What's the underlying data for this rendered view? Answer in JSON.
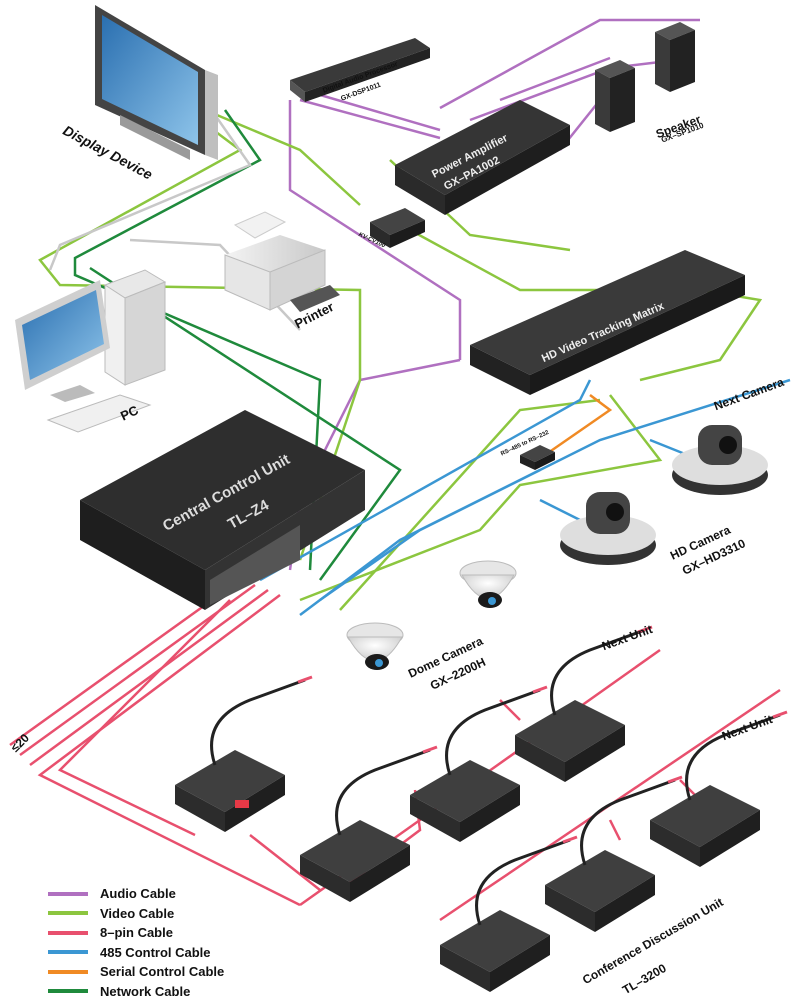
{
  "colors": {
    "audio": "#b070c0",
    "video": "#8cc63f",
    "pin8": "#e8506e",
    "ctrl485": "#3b97d3",
    "serial": "#f08a24",
    "network": "#1f8a3c",
    "device_dark": "#2c2c2c",
    "device_panel": "#3f3f3f"
  },
  "devices": {
    "display": {
      "name": "Display Device"
    },
    "dsp": {
      "name": "Digital Audio Processor",
      "model": "GX-DSP1011"
    },
    "amp": {
      "name": "Power Amplifier",
      "model": "GX–PA1002"
    },
    "speaker": {
      "name": "Speaker",
      "model": "GX–SP1010"
    },
    "kv": {
      "model": "KV-CV100"
    },
    "printer": {
      "name": "Printer"
    },
    "matrix": {
      "name": "HD Video Tracking Matrix"
    },
    "pc": {
      "name": "PC"
    },
    "converter": {
      "name": "RS–485 to RS–232"
    },
    "ccu": {
      "name": "Central Control Unit",
      "model": "TL–Z4"
    },
    "hd_camera": {
      "name": "HD Camera",
      "model": "GX–HD3310"
    },
    "dome": {
      "name": "Dome Camera",
      "model": "GX–2200H"
    },
    "unit": {
      "name": "Conference Discussion Unit",
      "model": "TL–3200"
    }
  },
  "labels": {
    "next_camera": "Next Camera",
    "next_unit": "Next Unit",
    "max_units": "≤20"
  },
  "legend": [
    {
      "label": "Audio Cable",
      "color_key": "audio"
    },
    {
      "label": "Video Cable",
      "color_key": "video"
    },
    {
      "label": "8–pin Cable",
      "color_key": "pin8"
    },
    {
      "label": "485 Control Cable",
      "color_key": "ctrl485"
    },
    {
      "label": "Serial Control Cable",
      "color_key": "serial"
    },
    {
      "label": "Network Cable",
      "color_key": "network"
    }
  ]
}
